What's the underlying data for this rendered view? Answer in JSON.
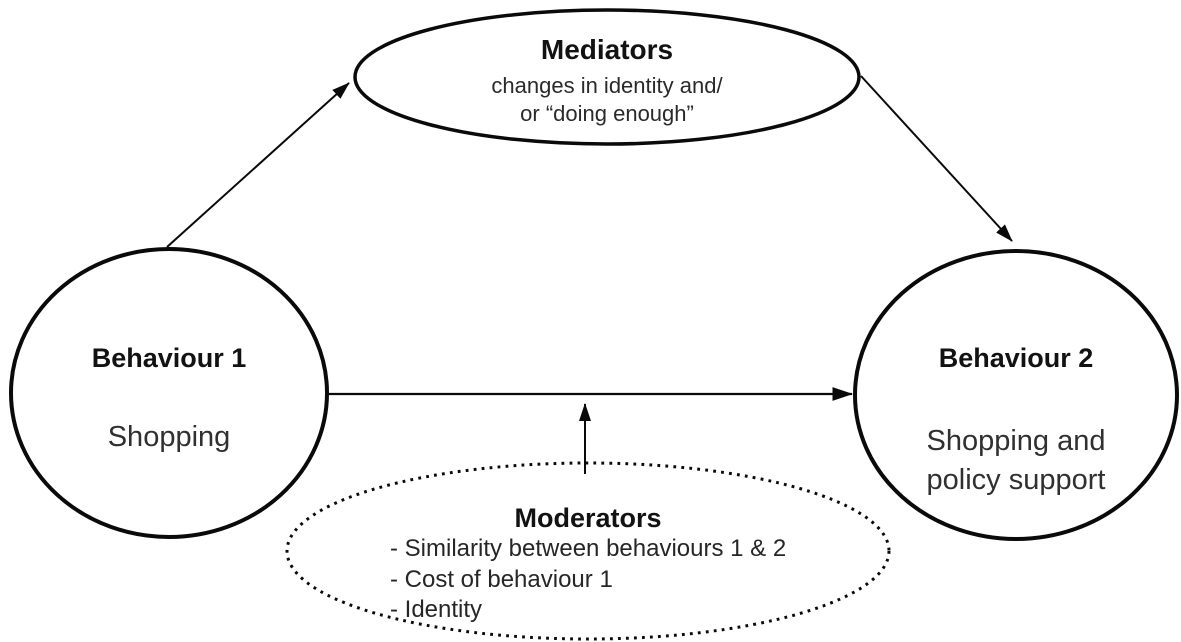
{
  "mediators": {
    "title": "Mediators",
    "line1": "changes in identity and/",
    "line2": "or “doing enough”"
  },
  "behaviour1": {
    "title": "Behaviour 1",
    "label": "Shopping"
  },
  "behaviour2": {
    "title": "Behaviour 2",
    "label_line1": "Shopping and",
    "label_line2": "policy support"
  },
  "moderators": {
    "title": "Moderators",
    "items": [
      "- Similarity between behaviours 1 & 2",
      "- Cost of behaviour 1",
      "- Identity"
    ]
  },
  "colors": {
    "stroke": "#0a0a0a",
    "title_text": "#121212",
    "body_text": "#303030",
    "background": "#ffffff"
  }
}
